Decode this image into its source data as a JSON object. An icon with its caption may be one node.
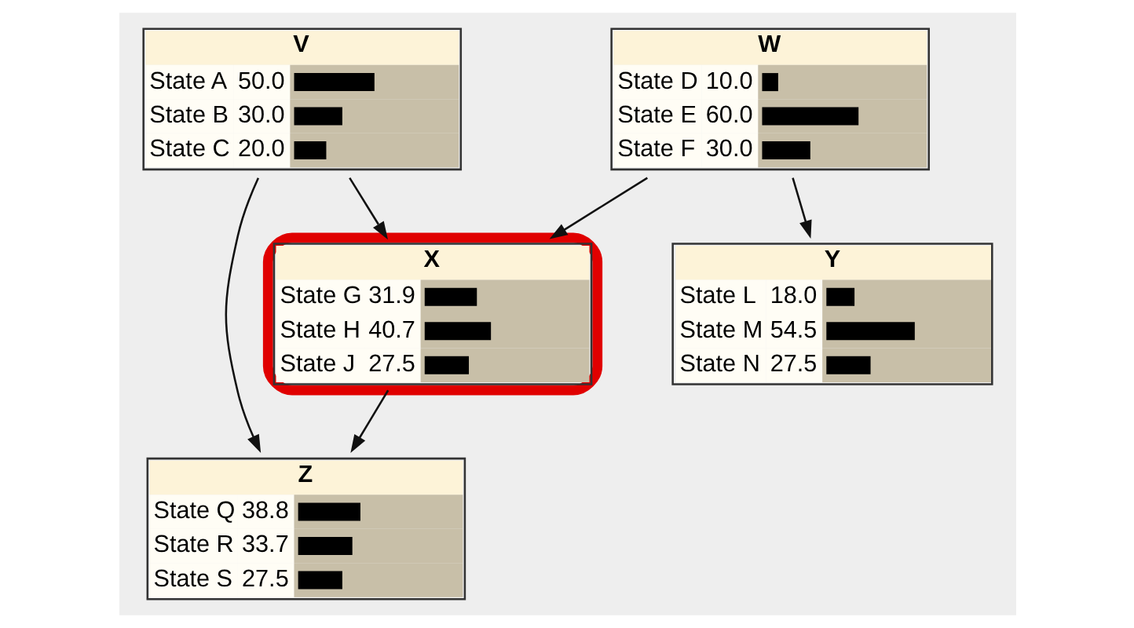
{
  "diagram": {
    "nodes": [
      {
        "text": [
          "V",
          "State A",
          "50.0",
          "State B",
          "30.0",
          "State C",
          "20.0"
        ]
      },
      {
        "text": [
          "W",
          "State D",
          "10.0",
          "State E",
          "60.0",
          "State F",
          "30.0"
        ]
      },
      {
        "text": [
          "X",
          "State G",
          "31.9",
          "State H",
          "40.7",
          "State J",
          "27.5"
        ]
      },
      {
        "text": [
          "Y",
          "State L",
          "18.0",
          "State M",
          "54.5",
          "State N",
          "27.5"
        ]
      },
      {
        "text": [
          "Z",
          "State Q",
          "38.8",
          "State R",
          "33.7",
          "State S",
          "27.5"
        ]
      }
    ],
    "edges": [
      {
        "from": 0,
        "to": 2,
        "arrow": "to"
      },
      {
        "from": 1,
        "to": 2,
        "arrow": "to"
      },
      {
        "from": 1,
        "to": 3,
        "arrow": "to"
      },
      {
        "from": 0,
        "to": 4,
        "arrow": "to"
      },
      {
        "from": 2,
        "to": 4,
        "arrow": "to"
      }
    ]
  }
}
